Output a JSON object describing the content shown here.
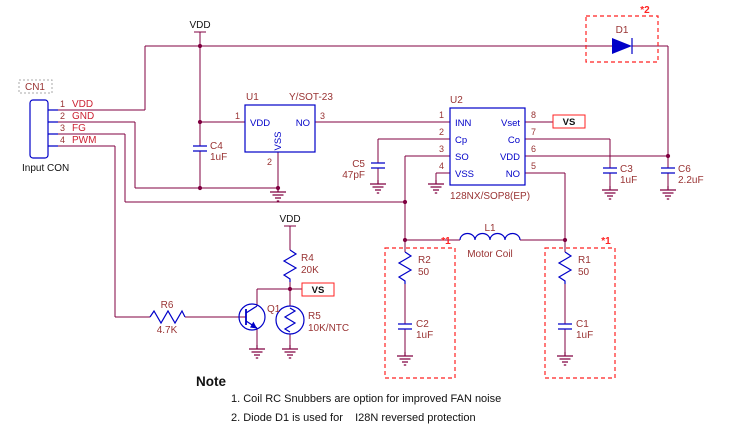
{
  "colors": {
    "wire": "#800040",
    "component": "#0000C8",
    "ref": "#993333",
    "label": "#CC2233",
    "black": "#111111",
    "highlight": "#FF2222"
  },
  "power": {
    "vdd": "VDD"
  },
  "nets": {
    "vs": "VS"
  },
  "connector": {
    "ref": "CN1",
    "caption": "Input CON",
    "pins": [
      {
        "num": "1",
        "name": "VDD"
      },
      {
        "num": "2",
        "name": "GND"
      },
      {
        "num": "3",
        "name": "FG"
      },
      {
        "num": "4",
        "name": "PWM"
      }
    ]
  },
  "u1": {
    "ref": "U1",
    "part": "Y/SOT-23",
    "pin_left": "VDD",
    "pin_right": "NO",
    "pin_bottom": "VSS",
    "num_left": "1",
    "num_right": "3",
    "num_bottom": "2"
  },
  "u2": {
    "ref": "U2",
    "part": "128NX/SOP8(EP)",
    "left_pins": [
      {
        "num": "1",
        "name": "INN"
      },
      {
        "num": "2",
        "name": "Cp"
      },
      {
        "num": "3",
        "name": "SO"
      },
      {
        "num": "4",
        "name": "VSS"
      }
    ],
    "right_pins": [
      {
        "num": "8",
        "name": "Vset"
      },
      {
        "num": "7",
        "name": "Co"
      },
      {
        "num": "6",
        "name": "VDD"
      },
      {
        "num": "5",
        "name": "NO"
      }
    ]
  },
  "diode": {
    "ref": "D1",
    "mark": "*2"
  },
  "coil": {
    "ref": "L1",
    "caption": "Motor Coil"
  },
  "transistor": {
    "ref": "Q1"
  },
  "resistors": {
    "r1": {
      "ref": "R1",
      "value": "50"
    },
    "r2": {
      "ref": "R2",
      "value": "50"
    },
    "r4": {
      "ref": "R4",
      "value": "20K"
    },
    "r5": {
      "ref": "R5",
      "value": "10K/NTC"
    },
    "r6": {
      "ref": "R6",
      "value": "4.7K"
    }
  },
  "capacitors": {
    "c1": {
      "ref": "C1",
      "value": "1uF"
    },
    "c2": {
      "ref": "C2",
      "value": "1uF"
    },
    "c3": {
      "ref": "C3",
      "value": "1uF"
    },
    "c4": {
      "ref": "C4",
      "value": "1uF"
    },
    "c5": {
      "ref": "C5",
      "value": "47pF"
    },
    "c6": {
      "ref": "C6",
      "value": "2.2uF"
    }
  },
  "snubber_mark": "*1",
  "note": {
    "heading": "Note",
    "line1": "1. Coil RC Snubbers are option for improved FAN noise",
    "line2": "2. Diode D1 is used for    I28N reversed protection"
  }
}
